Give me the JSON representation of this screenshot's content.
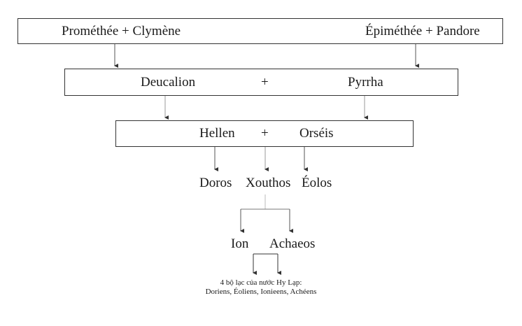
{
  "generation1": {
    "left_couple": "Prométhée + Clymène",
    "right_couple": "Épiméthée + Pandore"
  },
  "generation2": {
    "left": "Deucalion",
    "plus": "+",
    "right": "Pyrrha"
  },
  "generation3": {
    "left": "Hellen",
    "plus": "+",
    "right": "Orséis"
  },
  "generation4": {
    "children": [
      "Doros",
      "Xouthos",
      "Éolos"
    ]
  },
  "generation5": {
    "children": [
      "Ion",
      "Achaeos"
    ]
  },
  "note": {
    "line1": "4 bộ lạc của nước Hy Lạp:",
    "line2": "Doriens, Éoliens, Ionieens, Achéens"
  }
}
